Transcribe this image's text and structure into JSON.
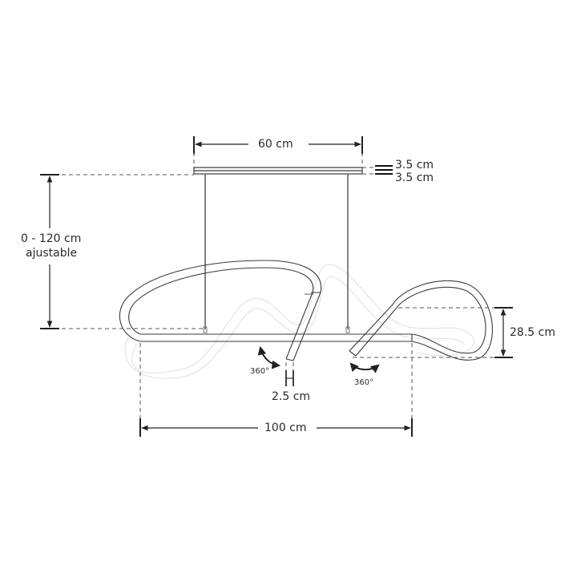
{
  "diagram": {
    "subject": "pendant lamp dimensions",
    "colors": {
      "line": "#3a3a3a",
      "ghost": "#e6e6e6",
      "dash": "#555555",
      "background": "#ffffff"
    }
  },
  "dimensions": {
    "canopy_width": "60 cm",
    "canopy_height_top": "3.5 cm",
    "canopy_height_bottom": "3.5 cm",
    "suspension_line1": "0 - 120 cm",
    "suspension_line2": "ajustable",
    "loop_height": "28.5 cm",
    "tube_diameter": "2.5 cm",
    "body_width": "100 cm",
    "rotation_left": "360°",
    "rotation_right": "360°"
  }
}
